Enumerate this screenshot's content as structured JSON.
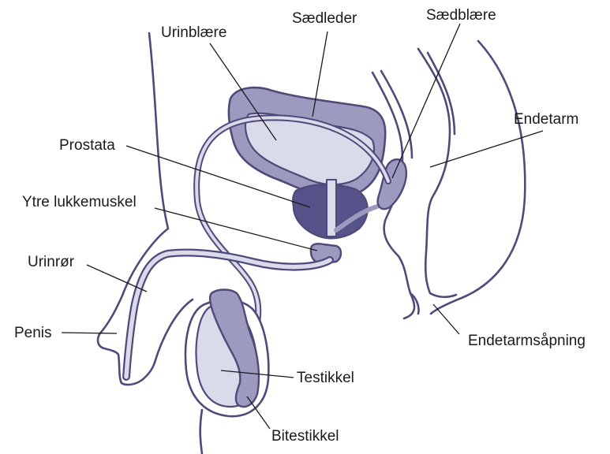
{
  "colors": {
    "outline": "#4f4a7a",
    "light_fill": "#dadbea",
    "mid_fill": "#9c9bbf",
    "dark_fill": "#56538a",
    "background": "#ffffff",
    "label_text": "#1a1a1a"
  },
  "labels": {
    "urinblaere": "Urinblære",
    "saedleder": "Sædleder",
    "saedblaere": "Sædblære",
    "endetarm": "Endetarm",
    "prostata": "Prostata",
    "ytre_lukkemuskel": "Ytre lukkemuskel",
    "urinror": "Urinrør",
    "penis": "Penis",
    "endetarmsapning": "Endetarmsåpning",
    "testikkel": "Testikkel",
    "bitestikkel": "Bitestikkel"
  }
}
